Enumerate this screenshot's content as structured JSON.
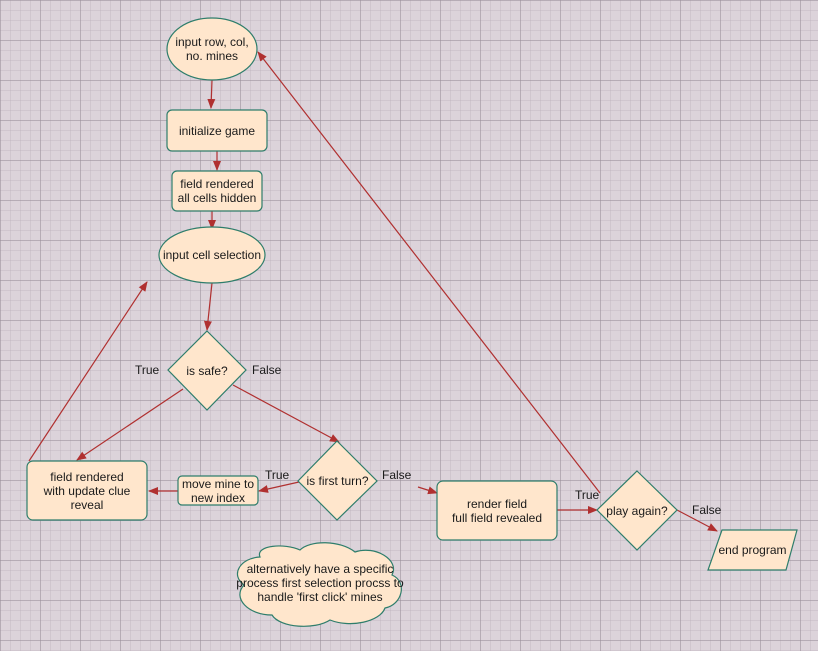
{
  "colors": {
    "node_fill": "#ffe6cc",
    "node_stroke": "#2e7d6b",
    "arrow": "#b03030"
  },
  "nodes": {
    "input_row_col": "input row, col,\nno. mines",
    "initialize_game": "initialize game",
    "field_rendered_hidden": "field rendered\nall cells hidden",
    "input_cell_selection": "input cell selection",
    "is_safe": "is safe?",
    "field_rendered_clue": "field rendered\nwith update clue\nreveal",
    "move_mine": "move mine to\nnew index",
    "is_first_turn": "is first turn?",
    "render_field_full": "render field\nfull field revealed",
    "play_again": "play again?",
    "end_program": "end program",
    "note_cloud": "alternatively have a specific\nprocess first selection procss to\nhandle 'first click' mines"
  },
  "edge_labels": {
    "safe_true": "True",
    "safe_false": "False",
    "first_turn_true": "True",
    "first_turn_false": "False",
    "play_again_true": "True",
    "play_again_false": "False"
  }
}
